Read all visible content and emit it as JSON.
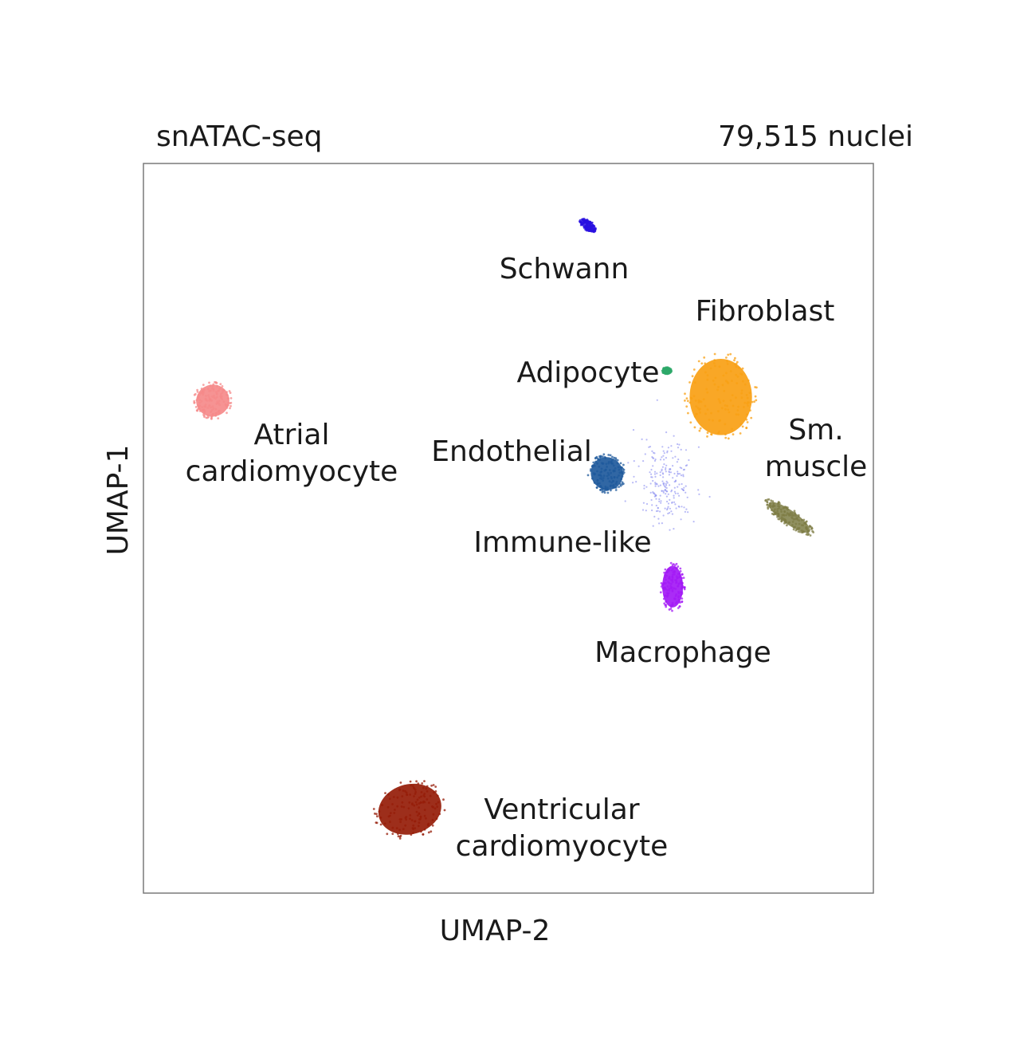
{
  "chart_data": {
    "type": "scatter",
    "title_left": "snATAC-seq",
    "title_right": "79,515 nuclei",
    "xlabel": "UMAP-2",
    "ylabel": "UMAP-1",
    "grid": false,
    "legend": "none",
    "xlim": [
      0,
      100
    ],
    "ylim": [
      0,
      100
    ],
    "clusters": [
      {
        "name": "Schwann",
        "color": "#2a10e0",
        "label": [
          "Schwann"
        ],
        "center": [
          60.9,
          91.5
        ],
        "spread": [
          0.6,
          1.2
        ],
        "rotate": -55,
        "shape": "streak"
      },
      {
        "name": "Fibroblast",
        "color": "#f8a014",
        "label": [
          "Fibroblast"
        ],
        "center": [
          79.1,
          68.0
        ],
        "spread": [
          4.5,
          5.5
        ],
        "rotate": 0,
        "shape": "blob"
      },
      {
        "name": "Adipocyte",
        "color": "#2ea86a",
        "label": [
          "Adipocyte"
        ],
        "center": [
          71.7,
          71.6
        ],
        "spread": [
          0.6,
          0.4
        ],
        "rotate": 0,
        "shape": "blob"
      },
      {
        "name": "Atrial cardiomyocyte",
        "color": "#f58a8a",
        "label": [
          "Atrial",
          "cardiomyocyte"
        ],
        "center": [
          9.5,
          67.5
        ],
        "spread": [
          2.4,
          2.3
        ],
        "rotate": -10,
        "shape": "blob"
      },
      {
        "name": "Endothelial",
        "color": "#1f5a9c",
        "label": [
          "Endothelial"
        ],
        "center": [
          63.5,
          57.5
        ],
        "spread": [
          2.3,
          2.4
        ],
        "rotate": -30,
        "shape": "blob"
      },
      {
        "name": "Immune-like",
        "color": "#8a8ef0",
        "label": [
          "Immune-like"
        ],
        "center": [
          71.5,
          56.5
        ],
        "spread": [
          3.5,
          5.0
        ],
        "rotate": 0,
        "shape": "sparse"
      },
      {
        "name": "Sm. muscle",
        "color": "#7d7c44",
        "label": [
          "Sm.",
          "muscle"
        ],
        "center": [
          88.5,
          51.5
        ],
        "spread": [
          3.6,
          1.0
        ],
        "rotate": 35,
        "shape": "streak"
      },
      {
        "name": "Macrophage",
        "color": "#a31af5",
        "label": [
          "Macrophage"
        ],
        "center": [
          72.5,
          42.0
        ],
        "spread": [
          1.5,
          3.0
        ],
        "rotate": 0,
        "shape": "blob"
      },
      {
        "name": "Ventricular cardiomyocyte",
        "color": "#951c08",
        "label": [
          "Ventricular",
          "cardiomyocyte"
        ],
        "center": [
          36.5,
          11.5
        ],
        "spread": [
          4.6,
          3.6
        ],
        "rotate": -15,
        "shape": "blob"
      }
    ]
  }
}
